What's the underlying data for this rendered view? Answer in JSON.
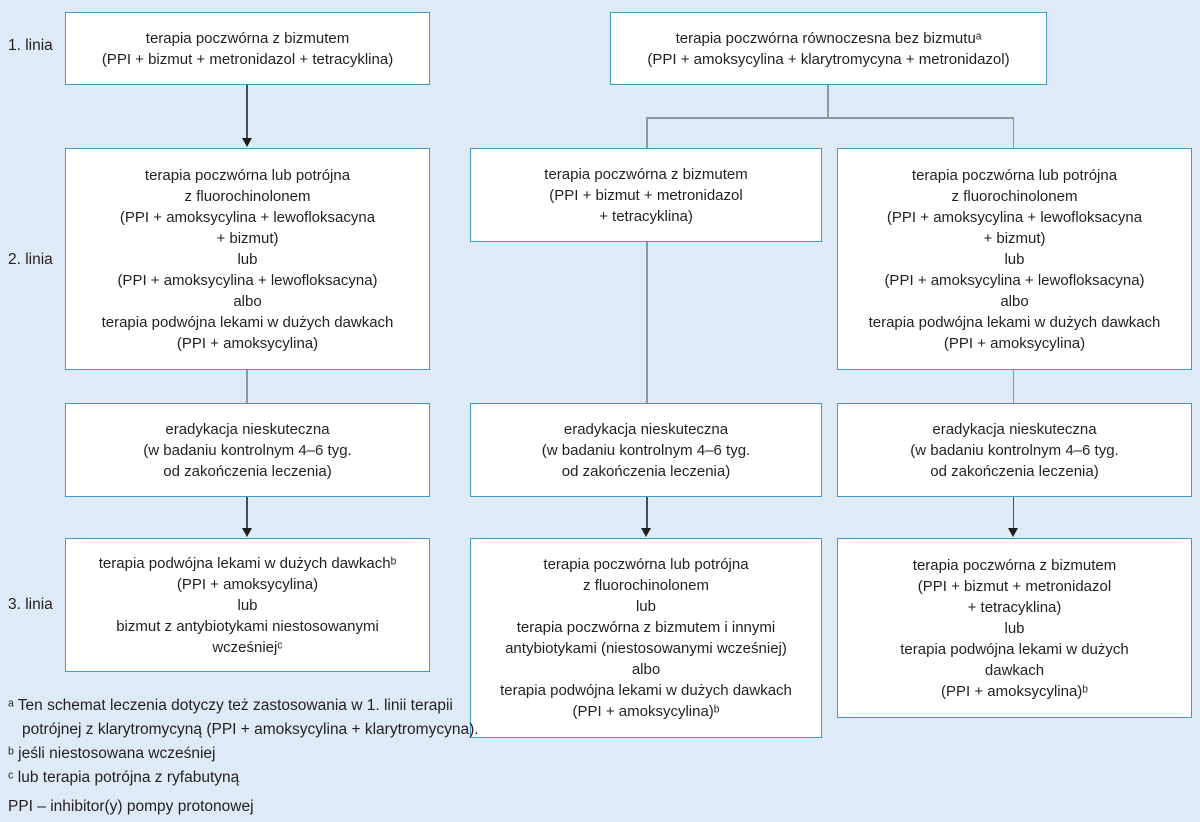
{
  "figure": {
    "language": "pl",
    "topic": "Schemat leczenia eradykacyjnego (linie terapii)"
  },
  "colors": {
    "background": "#dfeaf7",
    "box_border": "#3f9ec9",
    "box_fill": "#ffffff",
    "text": "#231f20",
    "connector_plain": "#8e979e",
    "connector_arrow": "#4a4e52",
    "arrowhead": "#1f1f1f"
  },
  "row_labels": {
    "line1": "1. linia",
    "line2": "2. linia",
    "line3": "3. linia"
  },
  "boxes": {
    "first_line_left": "terapia poczwórna z bizmutem\n(PPI + bizmut + metronidazol + tetracyklina)",
    "first_line_right": "terapia poczwórna równoczesna bez bizmutuᵃ\n(PPI + amoksycylina + klarytromycyna + metronidazol)",
    "second_line_left": "terapia poczwórna lub potrójna\nz fluorochinolonem\n(PPI + amoksycylina + lewofloksacyna\n+ bizmut)\nlub\n(PPI + amoksycylina + lewofloksacyna)\nalbo\nterapia podwójna lekami w dużych dawkach\n(PPI + amoksycylina)",
    "second_line_middle": "terapia poczwórna z bizmutem\n(PPI + bizmut + metronidazol\n+ tetracyklina)",
    "second_line_right": "terapia poczwórna lub potrójna\nz fluorochinolonem\n(PPI + amoksycylina + lewofloksacyna\n+ bizmut)\nlub\n(PPI + amoksycylina + lewofloksacyna)\nalbo\nterapia podwójna lekami w dużych dawkach\n(PPI + amoksycylina)",
    "eradication": "eradykacja nieskuteczna\n(w badaniu kontrolnym 4–6 tyg.\nod zakończenia leczenia)",
    "third_line_left": "terapia podwójna lekami w dużych dawkachᵇ\n(PPI + amoksycylina)\nlub\nbizmut z antybiotykami niestosowanymi\nwcześniejᶜ",
    "third_line_middle": "terapia poczwórna lub potrójna\nz fluorochinolonem\nlub\nterapia poczwórna z bizmutem i innymi\nantybiotykami (niestosowanymi wcześniej)\nalbo\nterapia podwójna lekami w dużych dawkach\n(PPI + amoksycylina)ᵇ",
    "third_line_right": "terapia poczwórna z bizmutem\n(PPI + bizmut + metronidazol\n+ tetracyklina)\nlub\nterapia podwójna lekami w dużych\ndawkach\n(PPI + amoksycylina)ᵇ"
  },
  "footnotes": {
    "a": "ᵃ Ten schemat leczenia dotyczy też zastosowania w 1. linii terapii potrójnej z klarytromycyną (PPI + amoksycylina + klarytromycyna).",
    "b": "ᵇ jeśli niestosowana wcześniej",
    "c": "ᶜ lub terapia potrójna z ryfabutyną",
    "ppi": "PPI – inhibitor(y) pompy protonowej"
  }
}
